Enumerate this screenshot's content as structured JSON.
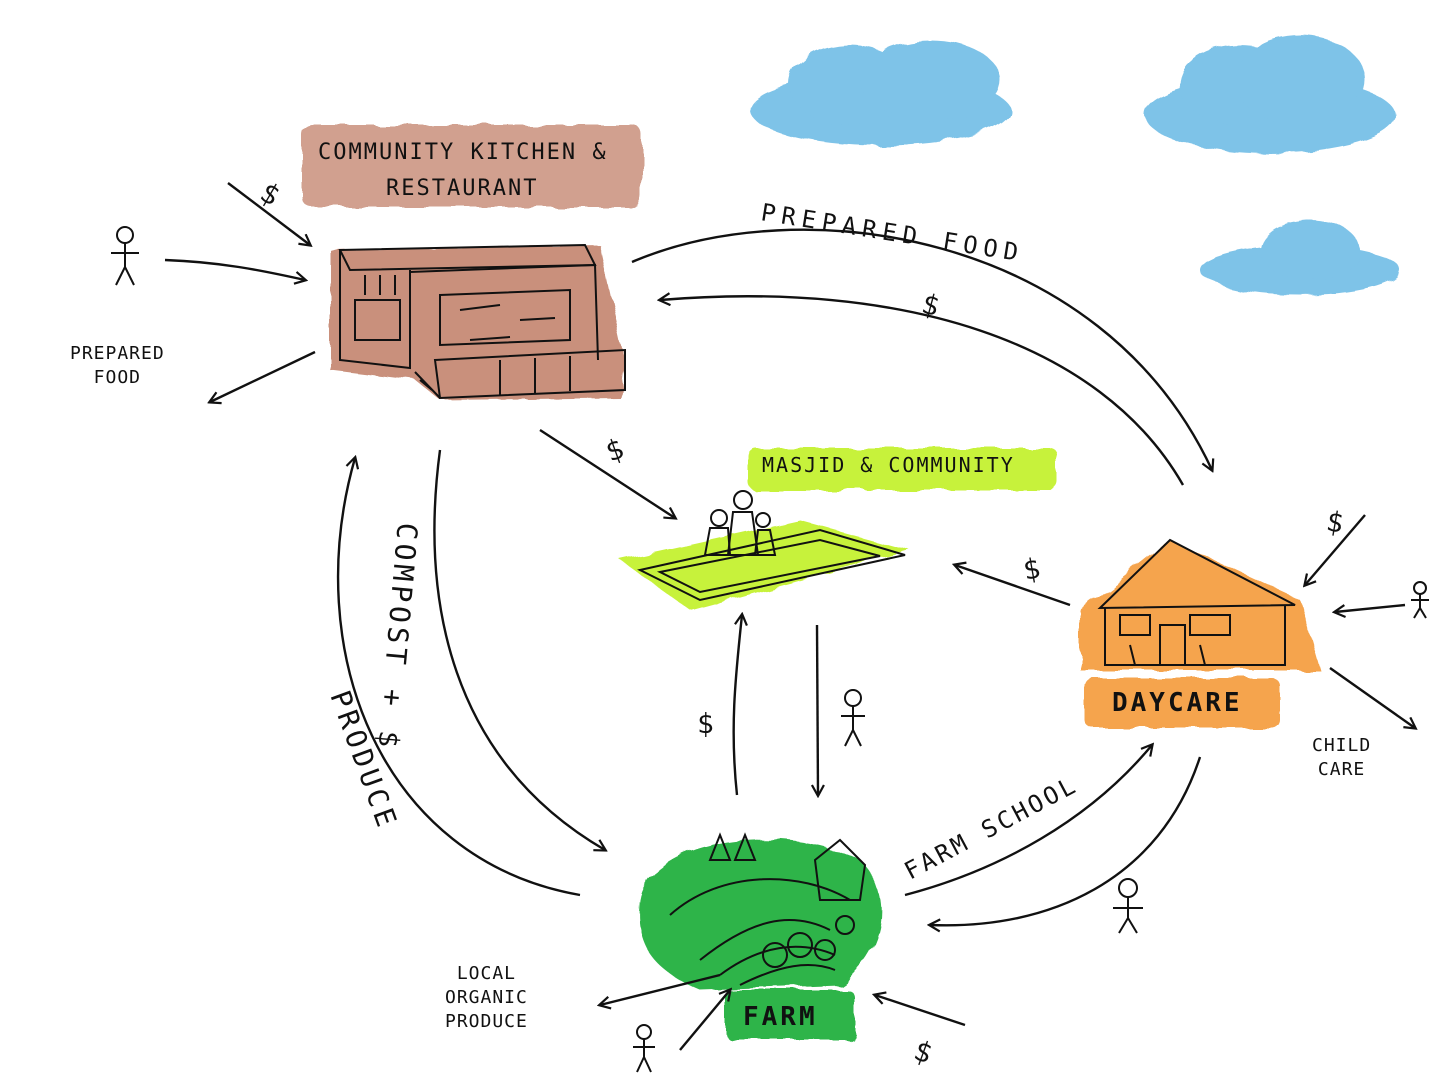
{
  "nodes": {
    "kitchen": {
      "label_line1": "COMMUNITY KITCHEN &",
      "label_line2": "RESTAURANT",
      "color": "#c9907b"
    },
    "masjid": {
      "label": "MASJID & COMMUNITY",
      "color": "#c7f23a"
    },
    "daycare": {
      "label": "DAYCARE",
      "color": "#f5a44e"
    },
    "farm": {
      "label": "FARM",
      "color": "#2fb44a"
    }
  },
  "flows": {
    "prepared_food_top": "PREPARED FOOD",
    "prepared_food_out_line1": "PREPARED",
    "prepared_food_out_line2": "FOOD",
    "produce": "PRODUCE",
    "compost": "COMPOST + $",
    "farm_school": "FARM SCHOOL",
    "child_care_line1": "CHILD",
    "child_care_line2": "CARE",
    "local_line1": "LOCAL",
    "local_line2": "ORGANIC",
    "local_line3": "PRODUCE",
    "dollar": "$"
  },
  "clouds": {
    "color": "#7ec3e8"
  }
}
